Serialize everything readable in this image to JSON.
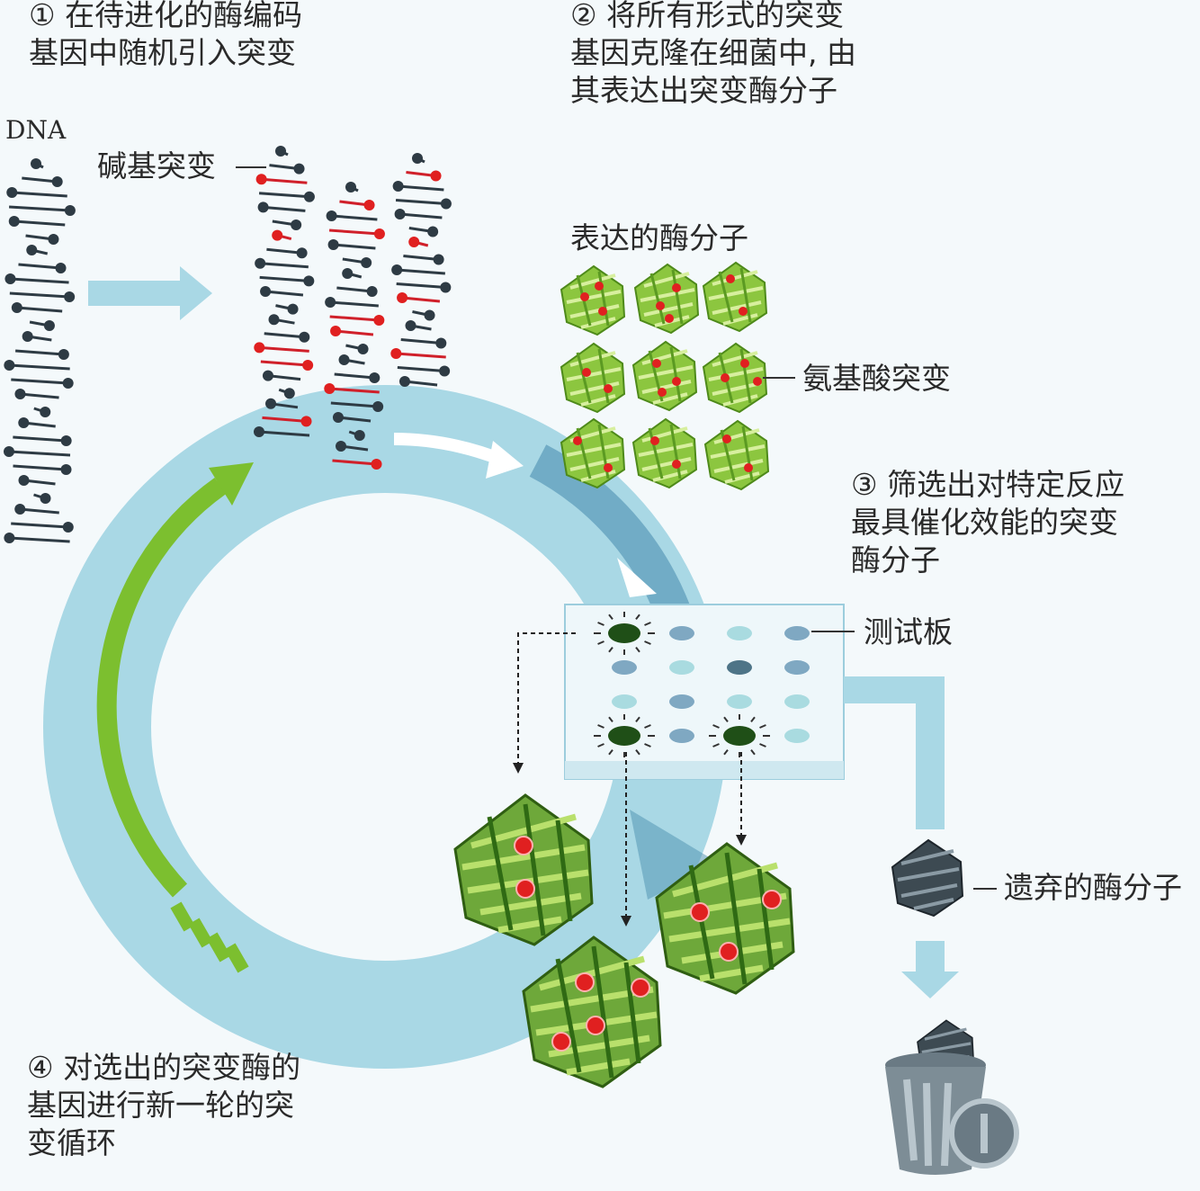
{
  "step1": {
    "lines": [
      "① 在待进化的酶编码",
      "基因中随机引入突变"
    ]
  },
  "step2": {
    "lines": [
      "② 将所有形式的突变",
      "基因克隆在细菌中, 由",
      "其表达出突变酶分子"
    ]
  },
  "step3": {
    "lines": [
      "③ 筛选出对特定反应",
      "最具催化效能的突变",
      "酶分子"
    ]
  },
  "step4": {
    "lines": [
      "④ 对选出的突变酶的",
      "基因进行新一轮的突",
      "变循环"
    ]
  },
  "labels": {
    "dna": "DNA",
    "base_mutation": "碱基突变",
    "expressed_enzymes": "表达的酶分子",
    "amino_acid_mutation": "氨基酸突变",
    "test_plate": "测试板",
    "discarded_enzyme": "遗弃的酶分子"
  },
  "colors": {
    "cycle": "#a9d8e5",
    "cycle_dark": "#4c8fb0",
    "green_arrow": "#7cbf2f",
    "enzyme_green": "#8cc63f",
    "mutation_red": "#e02020",
    "dna_dark": "#2e3b44",
    "well_dark_green": "#1f4f17"
  },
  "icons": [
    "dna-helix-icon",
    "arrow-right-icon",
    "enzyme-icon",
    "test-plate-icon",
    "trash-can-icon"
  ]
}
